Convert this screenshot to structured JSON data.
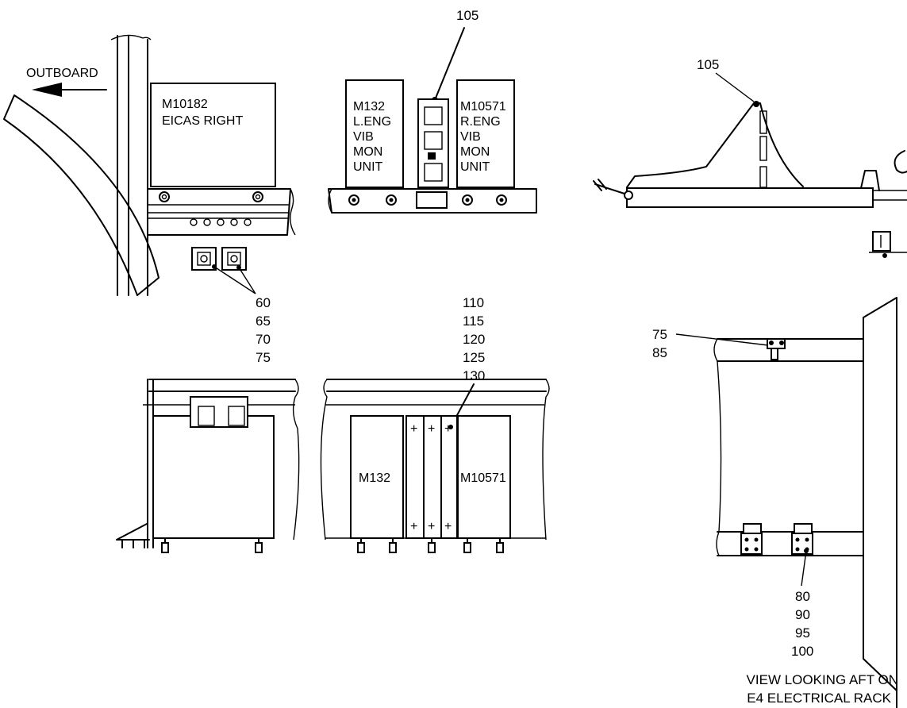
{
  "direction_label": "OUTBOARD",
  "units": {
    "eicas": {
      "id": "M10182",
      "name": "EICAS RIGHT"
    },
    "left_vib": {
      "id": "M132",
      "lines": [
        "L.ENG",
        "VIB",
        "MON",
        "UNIT"
      ]
    },
    "right_vib": {
      "id": "M10571",
      "lines": [
        "R.ENG",
        "VIB",
        "MON",
        "UNIT"
      ]
    }
  },
  "callouts": {
    "c105_top": "105",
    "c105_side": "105",
    "group_60": [
      "60",
      "65",
      "70",
      "75"
    ],
    "group_110": [
      "110",
      "115",
      "120",
      "125",
      "130"
    ],
    "group_75": [
      "75",
      "85"
    ],
    "group_80": [
      "80",
      "90",
      "95",
      "100"
    ]
  },
  "caption": [
    "VIEW LOOKING AFT ON",
    "E4 ELECTRICAL RACK"
  ]
}
